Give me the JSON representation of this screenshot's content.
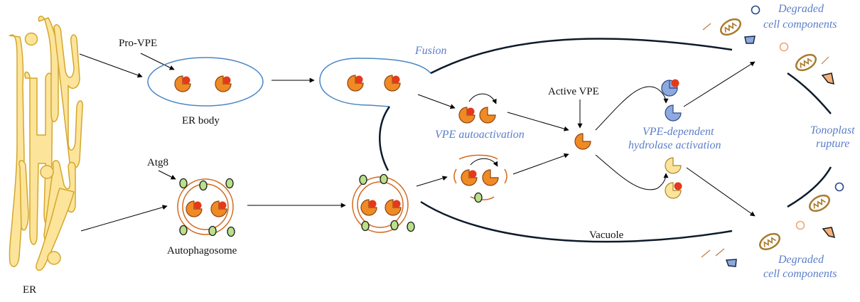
{
  "labels": {
    "pro_vpe": "Pro-VPE",
    "er_body": "ER body",
    "er": "ER",
    "atg8": "Atg8",
    "autophagosome": "Autophagosome",
    "fusion": "Fusion",
    "vpe_autoactivation": "VPE autoactivation",
    "active_vpe": "Active VPE",
    "hydrolase_line1": "VPE-dependent",
    "hydrolase_line2": "hydrolase activation",
    "tonoplast_line1": "Tonoplast",
    "tonoplast_line2": "rupture",
    "vacuole": "Vacuole",
    "degraded_top_line1": "Degraded",
    "degraded_top_line2": "cell components",
    "degraded_bottom_line1": "Degraded",
    "degraded_bottom_line2": "cell components"
  },
  "colors": {
    "er_fill": "#fde49b",
    "er_stroke": "#d4a72c",
    "vpe_fill": "#f08a24",
    "vpe_stroke": "#8b4513",
    "prodomain": "#e23a1a",
    "er_body_stroke": "#4a86c5",
    "membrane": "#0d1b2a",
    "autophagosome_ring": "#d2691e",
    "atg8_fill": "#b9e08a",
    "blue_hydrolase": "#8ea9dd",
    "yellow_hydrolase": "#fde49b",
    "annotation_blue": "#5b7ec9"
  }
}
